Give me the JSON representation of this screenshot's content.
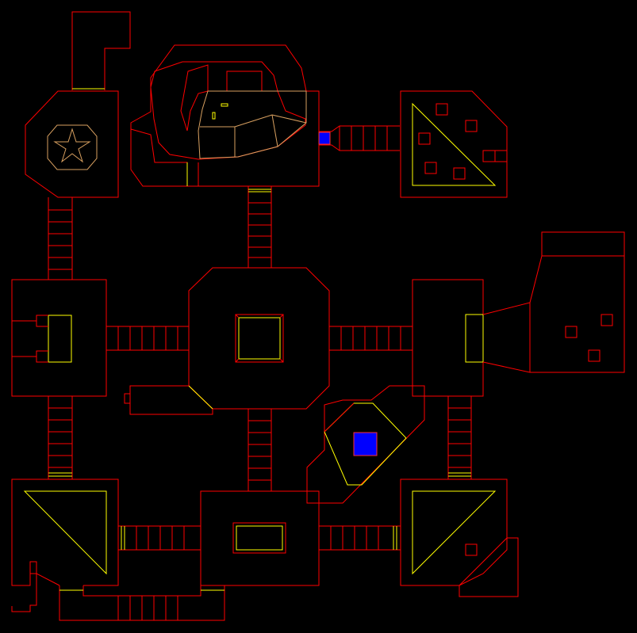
{
  "view": "automap",
  "colors": {
    "background": "#000000",
    "wall": "#ff0000",
    "step": "#ffff00",
    "ledge": "#d8a060",
    "key_marker": "#0000ff"
  },
  "markers": [
    {
      "name": "blue-marker-north-corridor",
      "icon": "blue-square"
    },
    {
      "name": "blue-marker-southeast-room",
      "icon": "blue-square"
    }
  ],
  "star_emblem": {
    "icon": "star"
  }
}
